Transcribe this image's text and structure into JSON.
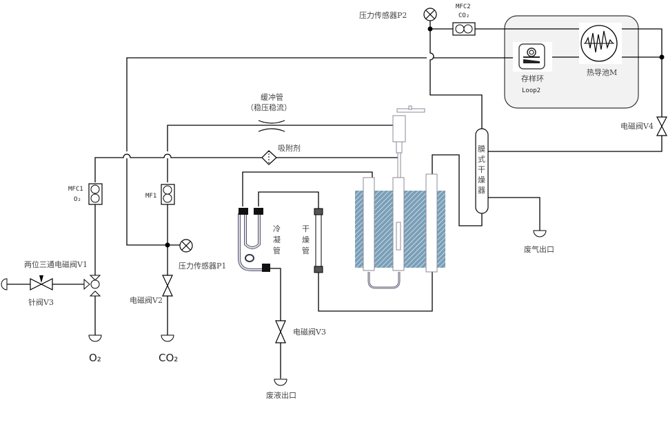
{
  "diagram": {
    "title": "Gas flow schematic",
    "labels": {
      "pressure_sensor_p2": "压力传感器P2",
      "mfc2_name": "MFC2",
      "mfc2_gas": "CO₂",
      "sample_loop_cn": "存样环",
      "sample_loop_en": "Loop2",
      "tcd_cell": "热导池M",
      "valve_v4": "电磁阀V4",
      "buffer_tube": "缓冲管",
      "buffer_tube_note": "（稳压稳流）",
      "adsorbent": "吸附剂",
      "mfc1_name": "MFC1",
      "mfc1_gas": "O₂",
      "mf1_name": "MF1",
      "pressure_sensor_p1": "压力传感器P1",
      "three_way_valve_v1": "两位三通电磁阀V1",
      "needle_valve_v3": "针阀V3",
      "valve_v2": "电磁阀V2",
      "o2_source": "O₂",
      "co2_source": "CO₂",
      "condenser": [
        "冷",
        "凝",
        "管"
      ],
      "drying_tube": [
        "干",
        "燥",
        "管"
      ],
      "membrane_dryer": [
        "膜",
        "式",
        "干",
        "燥",
        "器"
      ],
      "exhaust_outlet": "废气出口",
      "valve_v3": "电磁阀V3",
      "liquid_waste_outlet": "废液出口"
    },
    "colors": {
      "line": "#000000",
      "panel_bg": "#f2f2f2",
      "reactor_hatch": "#7a9fb8",
      "text": "#444444"
    }
  }
}
